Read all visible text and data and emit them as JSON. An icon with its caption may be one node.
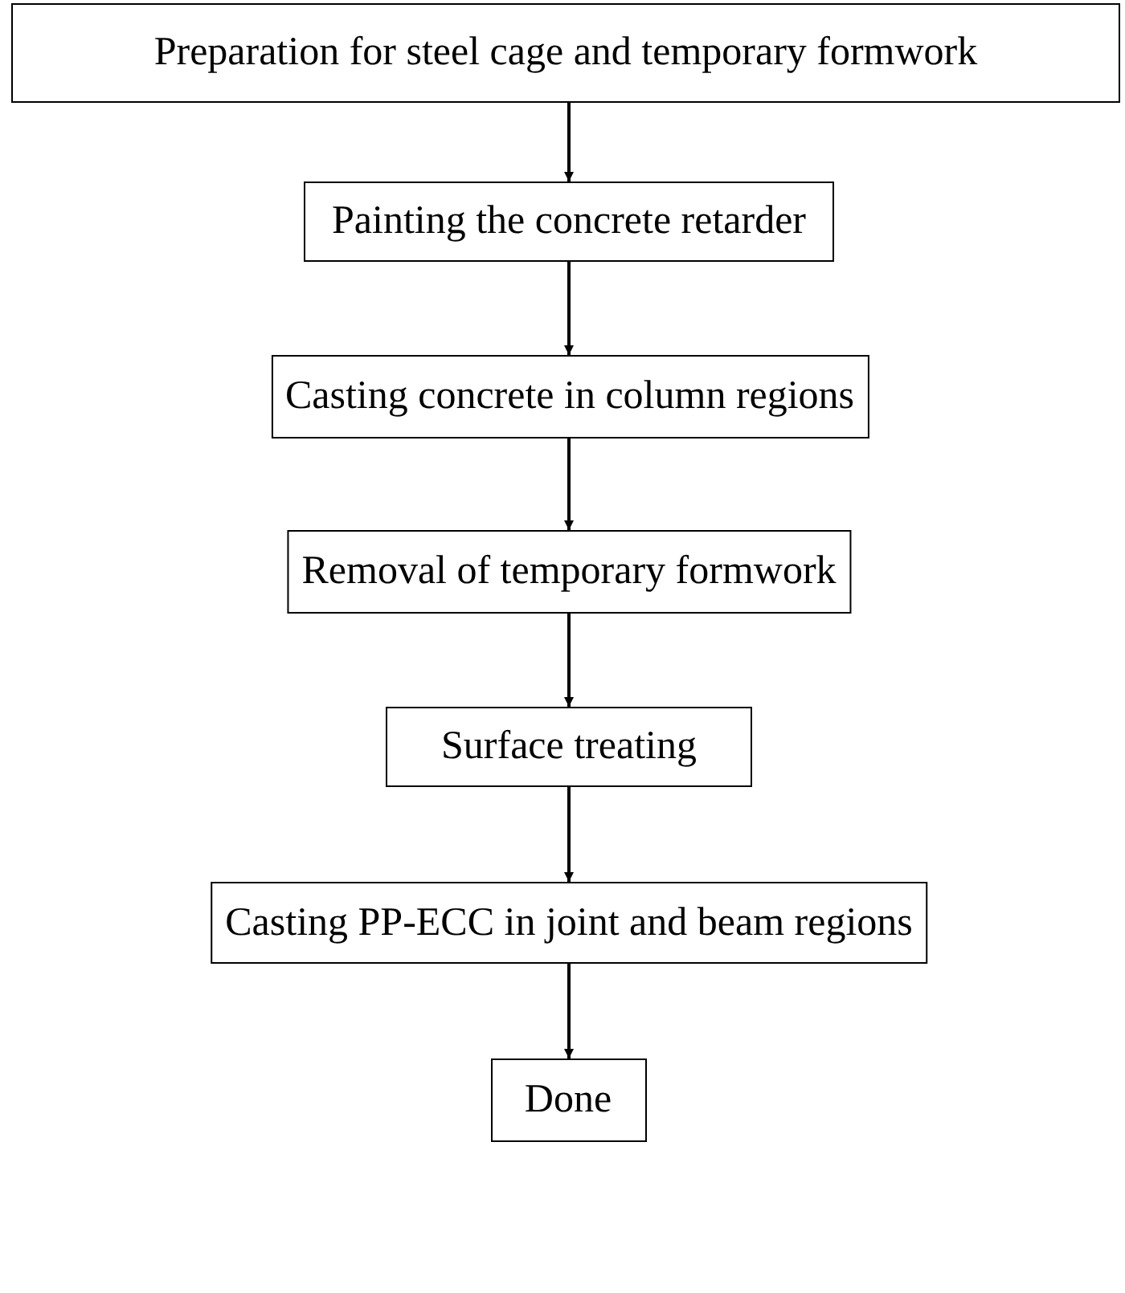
{
  "diagram": {
    "nodes": [
      {
        "text": [
          "Preparation for steel cage and temporary formwork"
        ]
      },
      {
        "text": [
          "Painting the concrete retarder"
        ]
      },
      {
        "text": [
          "Casting concrete in column regions"
        ]
      },
      {
        "text": [
          "Removal of temporary formwork"
        ]
      },
      {
        "text": [
          "Surface treating"
        ]
      },
      {
        "text": [
          "Casting PP-ECC in joint and beam regions"
        ]
      },
      {
        "text": [
          "Done"
        ]
      }
    ],
    "edges": [
      {
        "from": 0,
        "to": 1,
        "arrow": "to"
      },
      {
        "from": 1,
        "to": 2,
        "arrow": "to"
      },
      {
        "from": 2,
        "to": 3,
        "arrow": "to"
      },
      {
        "from": 3,
        "to": 4,
        "arrow": "to"
      },
      {
        "from": 4,
        "to": 5,
        "arrow": "to"
      },
      {
        "from": 5,
        "to": 6,
        "arrow": "to"
      }
    ]
  }
}
